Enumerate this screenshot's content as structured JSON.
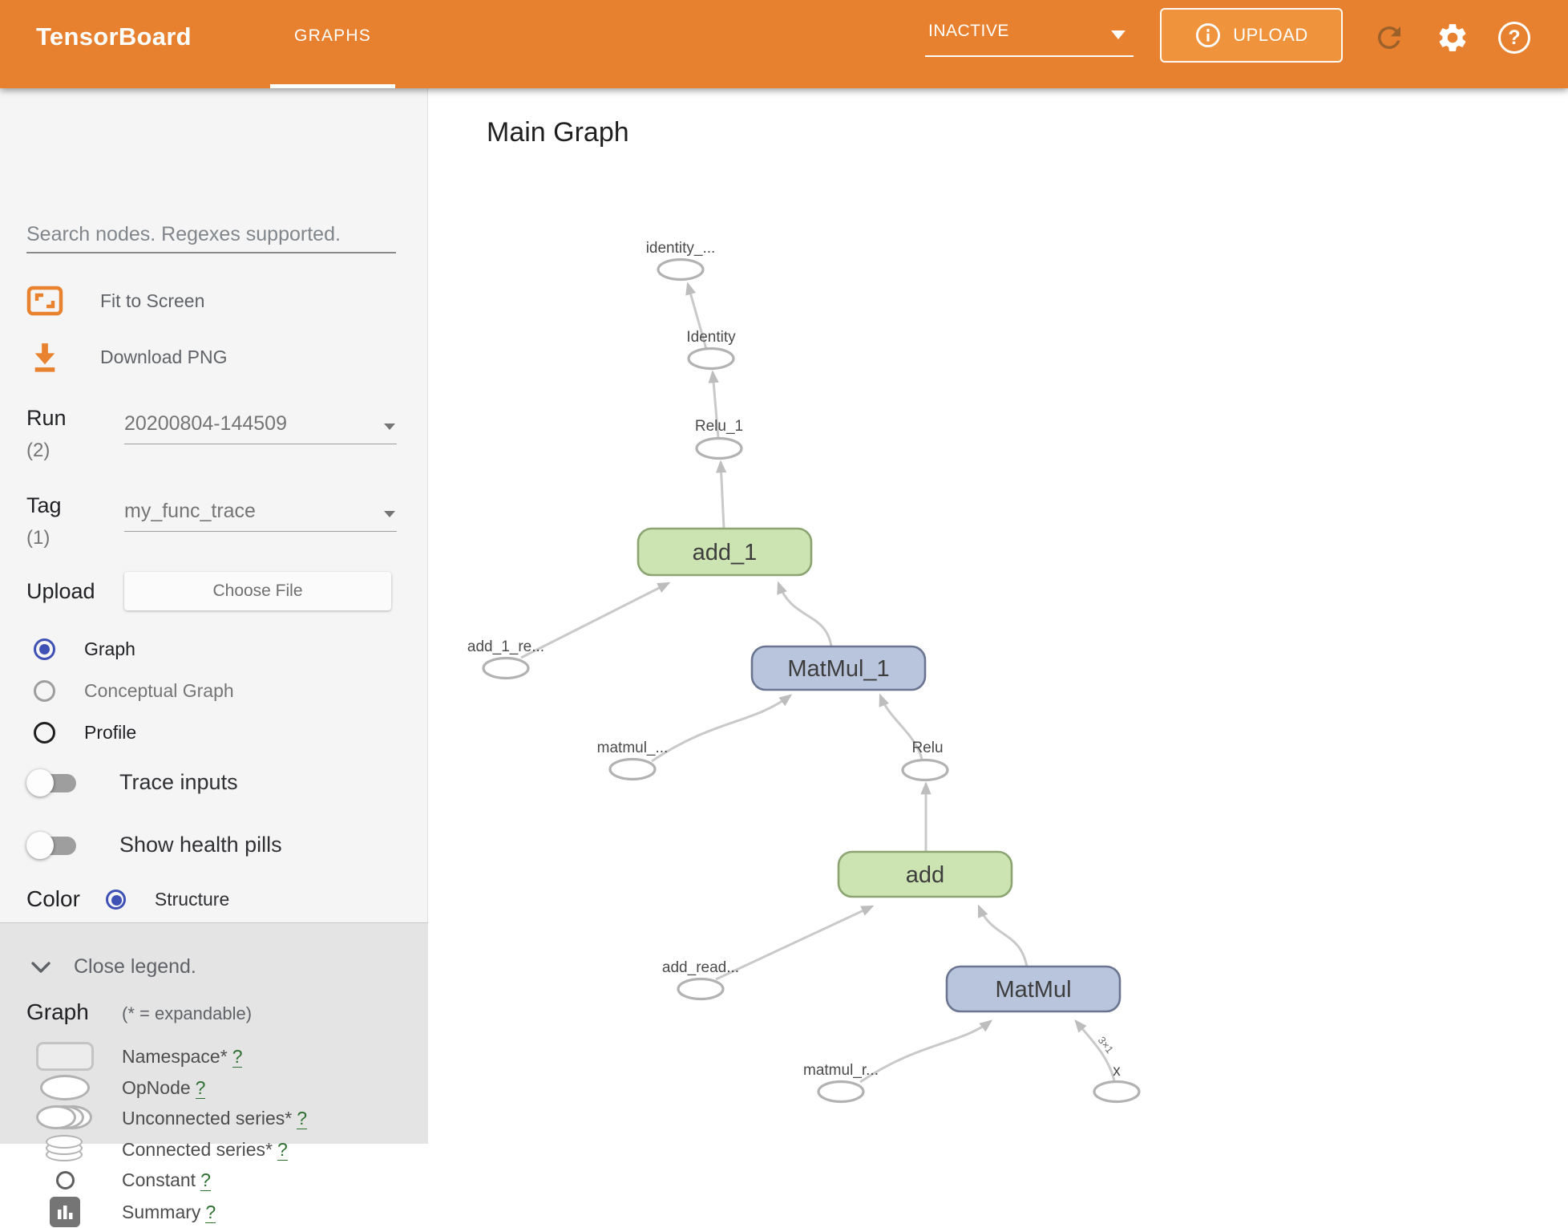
{
  "header": {
    "app_title": "TensorBoard",
    "active_tab": "GRAPHS",
    "data_mode": "INACTIVE",
    "upload_label": "UPLOAD",
    "help_glyph": "?"
  },
  "sidebar": {
    "search_placeholder": "Search nodes. Regexes supported.",
    "fit_label": "Fit to Screen",
    "download_label": "Download PNG",
    "run": {
      "label": "Run",
      "count": "(2)",
      "value": "20200804-144509"
    },
    "tag": {
      "label": "Tag",
      "count": "(1)",
      "value": "my_func_trace"
    },
    "upload": {
      "label": "Upload",
      "button": "Choose File"
    },
    "graph_type_options": [
      {
        "label": "Graph",
        "selected": true
      },
      {
        "label": "Conceptual Graph",
        "selected": false
      },
      {
        "label": "Profile",
        "selected": false
      }
    ],
    "toggles": [
      {
        "label": "Trace inputs",
        "on": false
      },
      {
        "label": "Show health pills",
        "on": false
      }
    ],
    "color_row": {
      "label": "Color",
      "option": "Structure"
    },
    "legend": {
      "close_label": "Close legend.",
      "heading": "Graph",
      "heading_note": "(* = expandable)",
      "items": [
        {
          "label": "Namespace*",
          "help": "?"
        },
        {
          "label": "OpNode",
          "help": "?"
        },
        {
          "label": "Unconnected series*",
          "help": "?"
        },
        {
          "label": "Connected series*",
          "help": "?"
        },
        {
          "label": "Constant",
          "help": "?"
        },
        {
          "label": "Summary",
          "help": "?"
        }
      ]
    }
  },
  "main": {
    "title": "Main Graph"
  },
  "graph": {
    "op_nodes": [
      {
        "label": "add_1",
        "kind": "namespace"
      },
      {
        "label": "MatMul_1",
        "kind": "op"
      },
      {
        "label": "add",
        "kind": "namespace"
      },
      {
        "label": "MatMul",
        "kind": "op"
      }
    ],
    "ellipse_nodes": [
      {
        "label": "identity_..."
      },
      {
        "label": "Identity"
      },
      {
        "label": "Relu_1"
      },
      {
        "label": "add_1_re..."
      },
      {
        "label": "matmul_..."
      },
      {
        "label": "Relu"
      },
      {
        "label": "add_read..."
      },
      {
        "label": "matmul_r..."
      },
      {
        "label": "x"
      }
    ],
    "edge_shape_label": "3×1"
  },
  "colors": {
    "header_orange": "#e7812f",
    "upload_button_orange": "#ef943d",
    "refresh_brown": "#9c6029",
    "accent_indigo": "#3f51b5",
    "help_green": "#2e7031",
    "namespace_green_fill": "#cce3b2",
    "op_blue_fill": "#b9c5dd",
    "edge_gray": "#c9c9c9"
  }
}
